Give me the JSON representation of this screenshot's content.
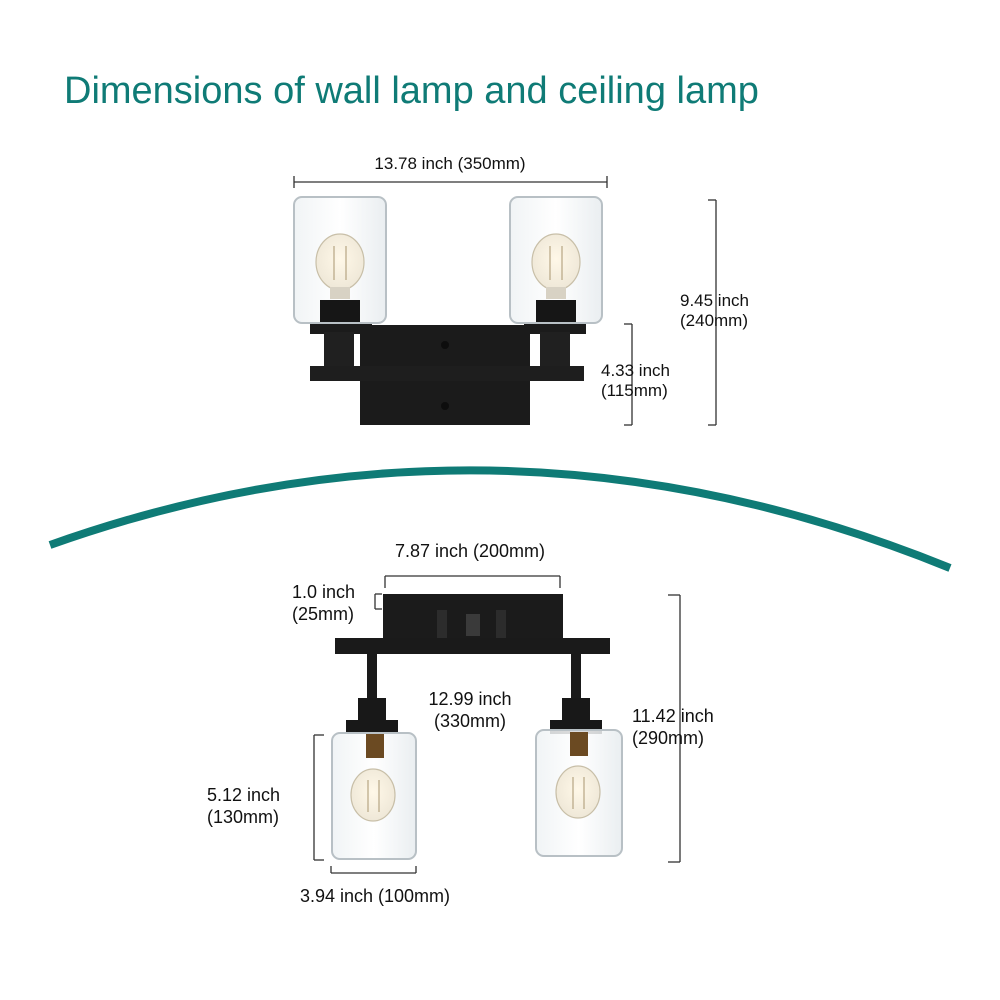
{
  "title": "Dimensions of wall lamp and ceiling lamp",
  "colors": {
    "accent": "#0f7b76",
    "metal": "#1b1b1b",
    "glass": "#c9d0d4"
  },
  "wall_lamp": {
    "width": "13.78 inch (350mm)",
    "height_line1": "9.45 inch",
    "height_line2": "(240mm)",
    "backplate_line1": "4.33 inch",
    "backplate_line2": "(115mm)"
  },
  "ceiling_lamp": {
    "canopy_width": "7.87 inch (200mm)",
    "canopy_depth_line1": "1.0 inch",
    "canopy_depth_line2": "(25mm)",
    "bar_width_line1": "12.99 inch",
    "bar_width_line2": "(330mm)",
    "height_line1": "11.42 inch",
    "height_line2": "(290mm)",
    "shade_height_line1": "5.12 inch",
    "shade_height_line2": "(130mm)",
    "shade_width": "3.94 inch (100mm)"
  }
}
